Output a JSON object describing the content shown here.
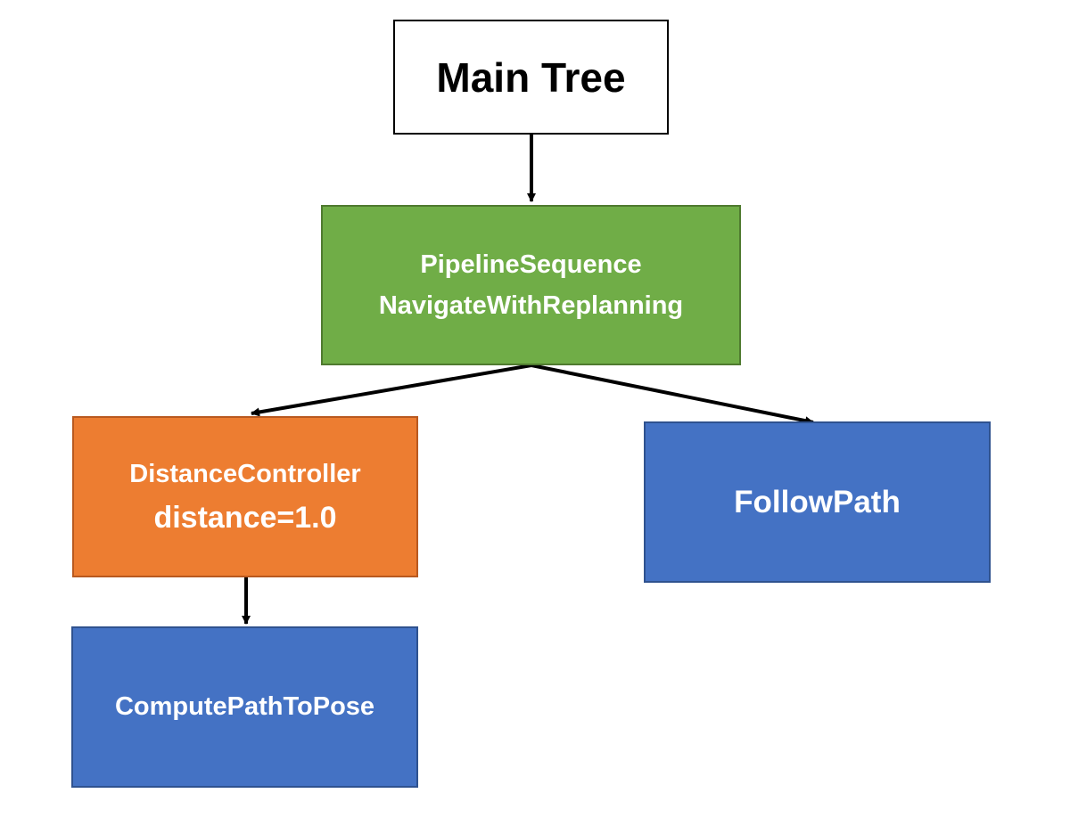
{
  "nodes": {
    "root": {
      "label": "Main Tree"
    },
    "pipeline": {
      "type": "PipelineSequence",
      "name": "NavigateWithReplanning",
      "color": "#70ad47"
    },
    "distance_controller": {
      "type": "DistanceController",
      "param": "distance=1.0",
      "color": "#ed7d31"
    },
    "follow_path": {
      "label": "FollowPath",
      "color": "#4472c4"
    },
    "compute_path": {
      "label": "ComputePathToPose",
      "color": "#4472c4"
    }
  },
  "edges": [
    {
      "from": "Main Tree",
      "to": "PipelineSequence NavigateWithReplanning"
    },
    {
      "from": "PipelineSequence NavigateWithReplanning",
      "to": "DistanceController distance=1.0"
    },
    {
      "from": "PipelineSequence NavigateWithReplanning",
      "to": "FollowPath"
    },
    {
      "from": "DistanceController distance=1.0",
      "to": "ComputePathToPose"
    }
  ]
}
